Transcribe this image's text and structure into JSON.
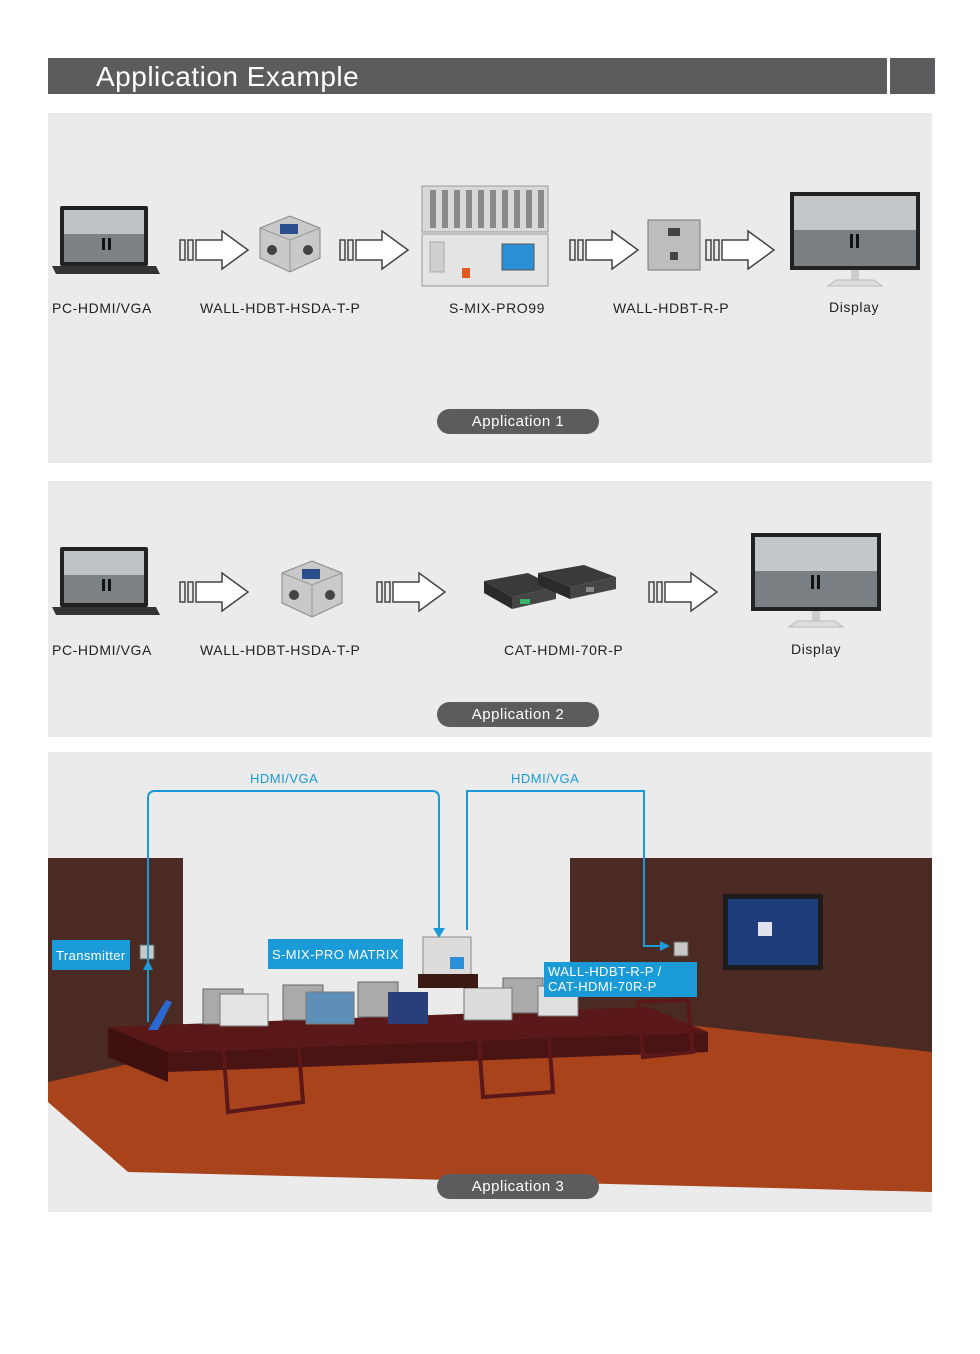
{
  "header": {
    "title": "Application Example"
  },
  "app1": {
    "labels": [
      "PC-HDMI/VGA",
      "WALL-HDBT-HSDA-T-P",
      "S-MIX-PRO99",
      "WALL-HDBT-R-P",
      "Display"
    ],
    "pill": "Application 1"
  },
  "app2": {
    "labels": [
      "PC-HDMI/VGA",
      "WALL-HDBT-HSDA-T-P",
      "CAT-HDMI-70R-P",
      "Display"
    ],
    "pill": "Application 2"
  },
  "app3": {
    "signal_left": "HDMI/VGA",
    "signal_right": "HDMI/VGA",
    "transmitter": "Transmitter",
    "matrix": "S-MIX-PRO MATRIX",
    "receiver_line1": "WALL-HDBT-R-P /",
    "receiver_line2": "CAT-HDMI-70R-P",
    "pill": "Application 3"
  },
  "colors": {
    "header": "#5c5c5e",
    "panel": "#ebebeb",
    "accent_blue": "#1a9ad6",
    "floor": "#a8431c",
    "wall": "#4a2a22"
  },
  "icons": [
    "laptop-icon",
    "wall-plate-transmitter-icon",
    "matrix-switcher-icon",
    "wall-plate-receiver-icon",
    "monitor-icon",
    "arrow-right-icon",
    "extender-pair-icon"
  ]
}
